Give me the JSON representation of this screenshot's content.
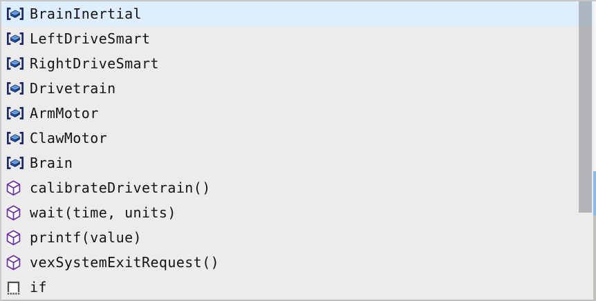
{
  "widget": {
    "name": "code-autocomplete-suggest-list",
    "items": [
      {
        "label": "BrainInertial",
        "kind": "device",
        "selected": true
      },
      {
        "label": "LeftDriveSmart",
        "kind": "device",
        "selected": false
      },
      {
        "label": "RightDriveSmart",
        "kind": "device",
        "selected": false
      },
      {
        "label": "Drivetrain",
        "kind": "device",
        "selected": false
      },
      {
        "label": "ArmMotor",
        "kind": "device",
        "selected": false
      },
      {
        "label": "ClawMotor",
        "kind": "device",
        "selected": false
      },
      {
        "label": "Brain",
        "kind": "device",
        "selected": false
      },
      {
        "label": "calibrateDrivetrain()",
        "kind": "function",
        "selected": false
      },
      {
        "label": "wait(time, units)",
        "kind": "function",
        "selected": false
      },
      {
        "label": "printf(value)",
        "kind": "function",
        "selected": false
      },
      {
        "label": "vexSystemExitRequest()",
        "kind": "function",
        "selected": false
      },
      {
        "label": "if",
        "kind": "snippet",
        "selected": false
      }
    ],
    "icons": {
      "device": "bracketed-3d-box-icon",
      "function": "wireframe-cube-icon",
      "snippet": "dashed-bottom-square-icon"
    },
    "colors": {
      "selected_row_bg": "#dfeefc",
      "list_bg": "#ececed",
      "border": "#c6c6c6",
      "text": "#131313",
      "device_icon_navy": "#1c2a6a",
      "device_icon_blue_top": "#5b97dd",
      "device_icon_blue_front": "#1e4f9f",
      "function_icon_purple": "#6b2f9d",
      "snippet_icon_gray": "#4d4d4d",
      "scrollbar_thumb": "#b3b6ba",
      "edge_strip_blue": "#8cb7e9",
      "edge_strip_gray": "#c3c1bb"
    },
    "scrollbar": {
      "visible": true,
      "thumb_top_pct": 0,
      "thumb_height_pct": 71
    }
  }
}
